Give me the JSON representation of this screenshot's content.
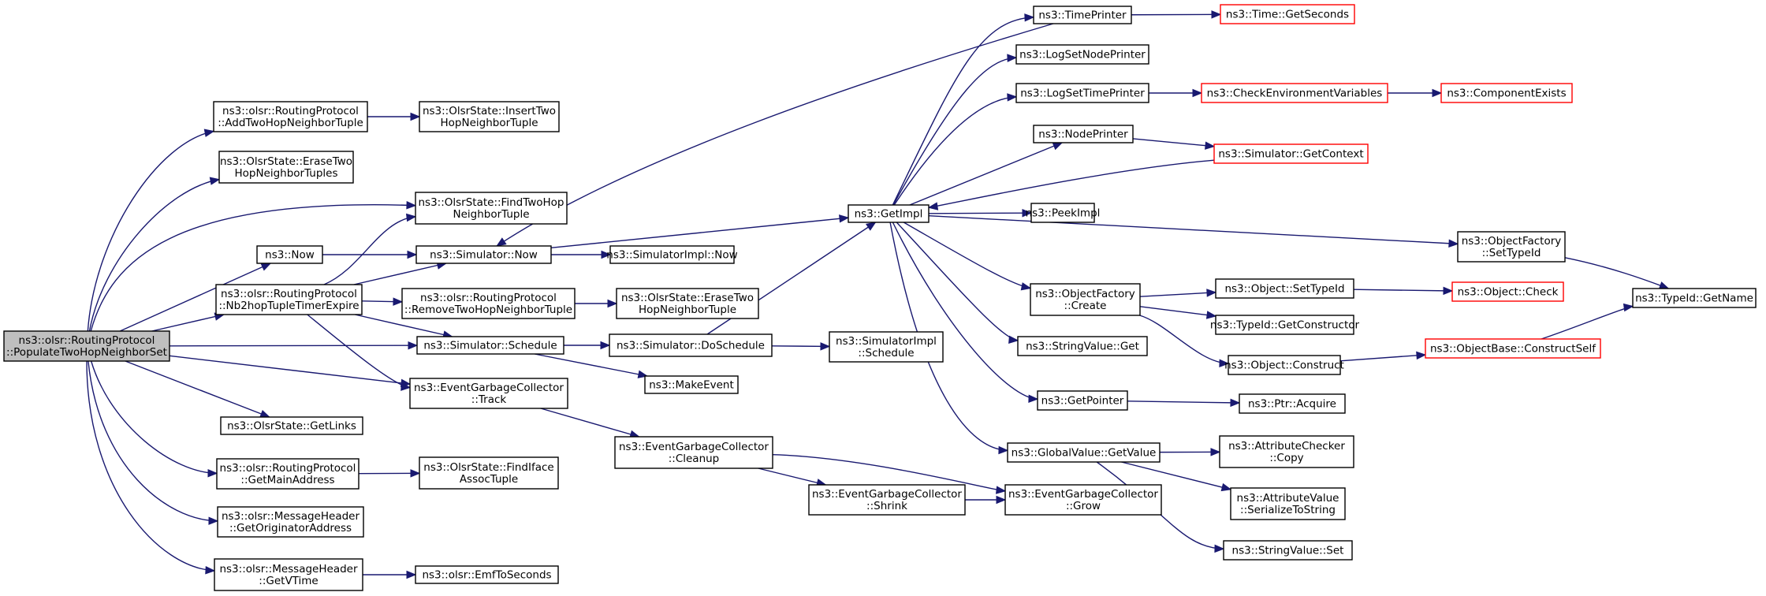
{
  "nodes": [
    {
      "id": "root",
      "lines": [
        "ns3::olsr::RoutingProtocol",
        "::PopulateTwoHopNeighborSet"
      ],
      "style": "root"
    },
    {
      "id": "addTwoHop",
      "lines": [
        "ns3::olsr::RoutingProtocol",
        "::AddTwoHopNeighborTuple"
      ]
    },
    {
      "id": "insertTwoHop",
      "lines": [
        "ns3::OlsrState::InsertTwo",
        "HopNeighborTuple"
      ]
    },
    {
      "id": "eraseTwoHopTuples",
      "lines": [
        "ns3::OlsrState::EraseTwo",
        "HopNeighborTuples"
      ]
    },
    {
      "id": "findTwoHop",
      "lines": [
        "ns3::OlsrState::FindTwoHop",
        "NeighborTuple"
      ]
    },
    {
      "id": "now",
      "lines": [
        "ns3::Now"
      ]
    },
    {
      "id": "simNow",
      "lines": [
        "ns3::Simulator::Now"
      ]
    },
    {
      "id": "simImplNow",
      "lines": [
        "ns3::SimulatorImpl::Now"
      ]
    },
    {
      "id": "nb2hop",
      "lines": [
        "ns3::olsr::RoutingProtocol",
        "::Nb2hopTupleTimerExpire"
      ]
    },
    {
      "id": "removeTwoHop",
      "lines": [
        "ns3::olsr::RoutingProtocol",
        "::RemoveTwoHopNeighborTuple"
      ]
    },
    {
      "id": "eraseTwoHopTuple",
      "lines": [
        "ns3::OlsrState::EraseTwo",
        "HopNeighborTuple"
      ]
    },
    {
      "id": "schedule",
      "lines": [
        "ns3::Simulator::Schedule"
      ]
    },
    {
      "id": "doSchedule",
      "lines": [
        "ns3::Simulator::DoSchedule"
      ]
    },
    {
      "id": "implSchedule",
      "lines": [
        "ns3::SimulatorImpl",
        "::Schedule"
      ]
    },
    {
      "id": "makeEvent",
      "lines": [
        "ns3::MakeEvent"
      ]
    },
    {
      "id": "track",
      "lines": [
        "ns3::EventGarbageCollector",
        "::Track"
      ]
    },
    {
      "id": "cleanup",
      "lines": [
        "ns3::EventGarbageCollector",
        "::Cleanup"
      ]
    },
    {
      "id": "shrink",
      "lines": [
        "ns3::EventGarbageCollector",
        "::Shrink"
      ]
    },
    {
      "id": "grow",
      "lines": [
        "ns3::EventGarbageCollector",
        "::Grow"
      ]
    },
    {
      "id": "getLinks",
      "lines": [
        "ns3::OlsrState::GetLinks"
      ]
    },
    {
      "id": "getMainAddress",
      "lines": [
        "ns3::olsr::RoutingProtocol",
        "::GetMainAddress"
      ]
    },
    {
      "id": "findIface",
      "lines": [
        "ns3::OlsrState::FindIface",
        "AssocTuple"
      ]
    },
    {
      "id": "getOrigAddr",
      "lines": [
        "ns3::olsr::MessageHeader",
        "::GetOriginatorAddress"
      ]
    },
    {
      "id": "getVTime",
      "lines": [
        "ns3::olsr::MessageHeader",
        "::GetVTime"
      ]
    },
    {
      "id": "emfToSeconds",
      "lines": [
        "ns3::olsr::EmfToSeconds"
      ]
    },
    {
      "id": "getImpl",
      "lines": [
        "ns3::GetImpl"
      ]
    },
    {
      "id": "timePrinter",
      "lines": [
        "ns3::TimePrinter"
      ]
    },
    {
      "id": "timeGetSeconds",
      "lines": [
        "ns3::Time::GetSeconds"
      ],
      "style": "red"
    },
    {
      "id": "logSetNodePrinter",
      "lines": [
        "ns3::LogSetNodePrinter"
      ]
    },
    {
      "id": "logSetTimePrinter",
      "lines": [
        "ns3::LogSetTimePrinter"
      ]
    },
    {
      "id": "checkEnv",
      "lines": [
        "ns3::CheckEnvironmentVariables"
      ],
      "style": "red"
    },
    {
      "id": "componentExists",
      "lines": [
        "ns3::ComponentExists"
      ],
      "style": "red"
    },
    {
      "id": "nodePrinter",
      "lines": [
        "ns3::NodePrinter"
      ]
    },
    {
      "id": "simGetContext",
      "lines": [
        "ns3::Simulator::GetContext"
      ],
      "style": "red"
    },
    {
      "id": "peekImpl",
      "lines": [
        "ns3::PeekImpl"
      ]
    },
    {
      "id": "ofSetTypeId",
      "lines": [
        "ns3::ObjectFactory",
        "::SetTypeId"
      ]
    },
    {
      "id": "typeIdGetName",
      "lines": [
        "ns3::TypeId::GetName"
      ]
    },
    {
      "id": "ofCreate",
      "lines": [
        "ns3::ObjectFactory",
        "::Create"
      ]
    },
    {
      "id": "objSetTypeId",
      "lines": [
        "ns3::Object::SetTypeId"
      ]
    },
    {
      "id": "objCheck",
      "lines": [
        "ns3::Object::Check"
      ],
      "style": "red"
    },
    {
      "id": "typeIdGetCtor",
      "lines": [
        "ns3::TypeId::GetConstructor"
      ]
    },
    {
      "id": "objConstruct",
      "lines": [
        "ns3::Object::Construct"
      ]
    },
    {
      "id": "constructSelf",
      "lines": [
        "ns3::ObjectBase::ConstructSelf"
      ],
      "style": "red"
    },
    {
      "id": "stringValueGet",
      "lines": [
        "ns3::StringValue::Get"
      ]
    },
    {
      "id": "getPointer",
      "lines": [
        "ns3::GetPointer"
      ]
    },
    {
      "id": "ptrAcquire",
      "lines": [
        "ns3::Ptr::Acquire"
      ]
    },
    {
      "id": "gvGetValue",
      "lines": [
        "ns3::GlobalValue::GetValue"
      ]
    },
    {
      "id": "acCopy",
      "lines": [
        "ns3::AttributeChecker",
        "::Copy"
      ]
    },
    {
      "id": "avSerialize",
      "lines": [
        "ns3::AttributeValue",
        "::SerializeToString"
      ]
    },
    {
      "id": "stringValueSet",
      "lines": [
        "ns3::StringValue::Set"
      ]
    }
  ],
  "edges": [
    [
      "root",
      "addTwoHop"
    ],
    [
      "root",
      "eraseTwoHopTuples"
    ],
    [
      "root",
      "findTwoHop"
    ],
    [
      "root",
      "now"
    ],
    [
      "root",
      "nb2hop"
    ],
    [
      "root",
      "schedule"
    ],
    [
      "root",
      "track"
    ],
    [
      "root",
      "getLinks"
    ],
    [
      "root",
      "getMainAddress"
    ],
    [
      "root",
      "getOrigAddr"
    ],
    [
      "root",
      "getVTime"
    ],
    [
      "addTwoHop",
      "insertTwoHop"
    ],
    [
      "now",
      "simNow"
    ],
    [
      "simNow",
      "simImplNow"
    ],
    [
      "simNow",
      "getImpl"
    ],
    [
      "nb2hop",
      "findTwoHop"
    ],
    [
      "nb2hop",
      "simNow"
    ],
    [
      "nb2hop",
      "removeTwoHop"
    ],
    [
      "nb2hop",
      "schedule"
    ],
    [
      "nb2hop",
      "track"
    ],
    [
      "removeTwoHop",
      "eraseTwoHopTuple"
    ],
    [
      "schedule",
      "doSchedule"
    ],
    [
      "schedule",
      "makeEvent"
    ],
    [
      "doSchedule",
      "getImpl"
    ],
    [
      "doSchedule",
      "implSchedule"
    ],
    [
      "track",
      "cleanup"
    ],
    [
      "cleanup",
      "grow"
    ],
    [
      "cleanup",
      "shrink"
    ],
    [
      "shrink",
      "grow"
    ],
    [
      "getMainAddress",
      "findIface"
    ],
    [
      "getVTime",
      "emfToSeconds"
    ],
    [
      "getImpl",
      "timePrinter"
    ],
    [
      "getImpl",
      "logSetNodePrinter"
    ],
    [
      "getImpl",
      "logSetTimePrinter"
    ],
    [
      "getImpl",
      "nodePrinter"
    ],
    [
      "getImpl",
      "peekImpl"
    ],
    [
      "getImpl",
      "ofSetTypeId"
    ],
    [
      "getImpl",
      "ofCreate"
    ],
    [
      "getImpl",
      "stringValueGet"
    ],
    [
      "getImpl",
      "getPointer"
    ],
    [
      "getImpl",
      "gvGetValue"
    ],
    [
      "timePrinter",
      "timeGetSeconds"
    ],
    [
      "timePrinter",
      "simNow"
    ],
    [
      "logSetTimePrinter",
      "checkEnv"
    ],
    [
      "checkEnv",
      "componentExists"
    ],
    [
      "nodePrinter",
      "simGetContext"
    ],
    [
      "simGetContext",
      "getImpl"
    ],
    [
      "ofSetTypeId",
      "typeIdGetName"
    ],
    [
      "ofCreate",
      "objSetTypeId"
    ],
    [
      "ofCreate",
      "typeIdGetCtor"
    ],
    [
      "ofCreate",
      "objConstruct"
    ],
    [
      "objSetTypeId",
      "objCheck"
    ],
    [
      "objConstruct",
      "constructSelf"
    ],
    [
      "constructSelf",
      "typeIdGetName"
    ],
    [
      "getPointer",
      "ptrAcquire"
    ],
    [
      "gvGetValue",
      "acCopy"
    ],
    [
      "gvGetValue",
      "avSerialize"
    ],
    [
      "gvGetValue",
      "stringValueSet"
    ]
  ],
  "colors": {
    "edge": "#191970",
    "node_border": "#000000",
    "error_border": "#ff0000",
    "root_fill": "#bfbfbf"
  }
}
